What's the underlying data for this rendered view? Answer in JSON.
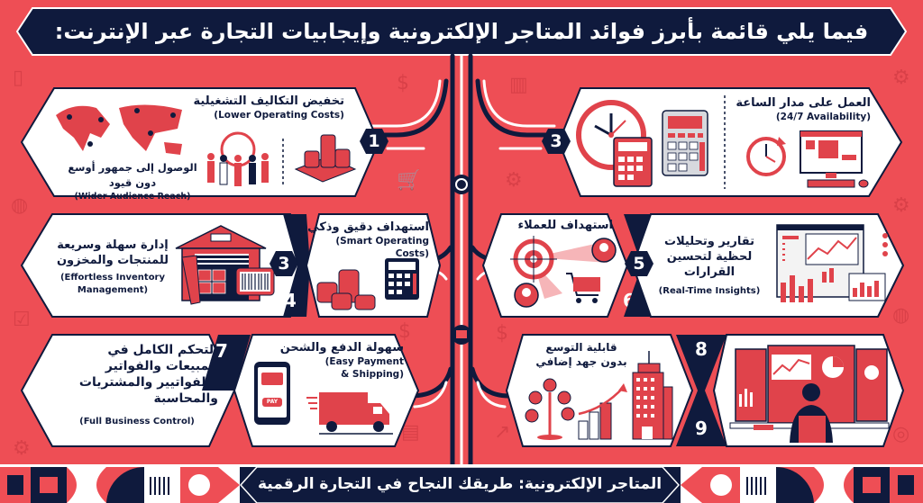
{
  "header": {
    "title": "فيما يلي قائمة بأبرز فوائد المتاجر الإلكترونية وإيجابيات التجارة عبر الإنترنت:"
  },
  "colors": {
    "background": "#ee4e55",
    "navy": "#0f1a3d",
    "panel": "#ffffff",
    "accent_red": "#e0434b"
  },
  "panels": {
    "p1": {
      "number": "1",
      "title_ar": "تخفيض التكاليف التشغيلية",
      "title_en": "(Lower Operating Costs)",
      "sub_ar": "الوصول إلى جمهور أوسع دون قيود",
      "sub_en": "(Wider Audience Reach)",
      "icons": [
        "world-map-icon",
        "people-group-icon",
        "coin-stacks-icon"
      ]
    },
    "p2": {
      "number": "3",
      "title_ar": "العمل على مدار الساعة",
      "title_en": "(24/7 Availability)",
      "icons": [
        "clock-icon",
        "calculator-icon",
        "calculator-icon",
        "clock-refresh-icon",
        "desktop-computer-icon"
      ]
    },
    "p3": {
      "number": "3",
      "title_ar": "إدارة سهلة وسريعة للمنتجات والمخزون",
      "title_en": "(Effortless Inventory Management)",
      "icons": [
        "warehouse-icon",
        "barcode-scanner-icon"
      ]
    },
    "p4": {
      "number": "4",
      "title_ar": "استهداف دقيق وذكي",
      "title_en": "(Smart Operating Costs)",
      "icons": [
        "coin-stacks-icon",
        "calculator-icon"
      ]
    },
    "p5": {
      "number": "5",
      "title_ar": "تقارير وتحليلات لحظية لتحسين القرارات",
      "title_en": "(Real-Time Insights)",
      "icons": [
        "analytics-dashboard-icon"
      ]
    },
    "p6": {
      "number": "6",
      "title_ar": "استهداف للعملاء",
      "icons": [
        "target-icon",
        "customer-avatar-icon",
        "shopping-cart-icon"
      ]
    },
    "p7": {
      "number": "7",
      "title_ar": "التحكم الكامل في المبيعات والفواتير والفواتيير والمشتريات والمحاسبة",
      "title_en": "(Full Business Control)"
    },
    "p7b": {
      "title_ar": "سهولة الدفع والشحن",
      "title_en": "(Easy Payment & Shipping)",
      "pay_label": "PAY",
      "icons": [
        "smartphone-pay-icon",
        "delivery-truck-icon"
      ]
    },
    "p8": {
      "number": "8",
      "title_ar": "قابلية التوسع بدون جهد إضافي",
      "icons": [
        "money-tree-icon",
        "growth-bars-icon",
        "office-building-icon"
      ]
    },
    "p9": {
      "number": "9",
      "icons": [
        "person-at-monitors-icon"
      ]
    }
  },
  "footer": {
    "text": "المتاجر الإلكترونية: طريقك النجاح في التجارة الرقمية"
  }
}
